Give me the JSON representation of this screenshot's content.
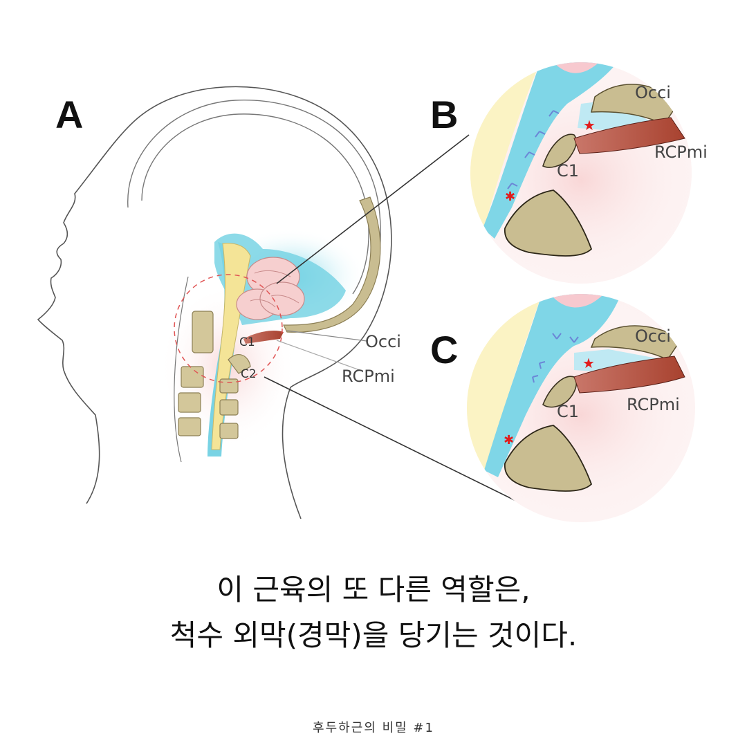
{
  "figure": {
    "panel_a": "A",
    "panel_b": "B",
    "panel_c": "C",
    "labels_a": {
      "occi": "Occi",
      "rcpmi": "RCPmi",
      "c1": "C1",
      "c2": "C2"
    },
    "labels_b": {
      "occi": "Occi",
      "rcpmi": "RCPmi",
      "c1": "C1"
    },
    "labels_c": {
      "occi": "Occi",
      "rcpmi": "RCPmi",
      "c1": "C1"
    }
  },
  "caption": {
    "line1": "이 근육의 또 다른 역할은,",
    "line2": "척수 외막(경막)을 당기는 것이다."
  },
  "footer": "후두하근의 비밀 #1"
}
